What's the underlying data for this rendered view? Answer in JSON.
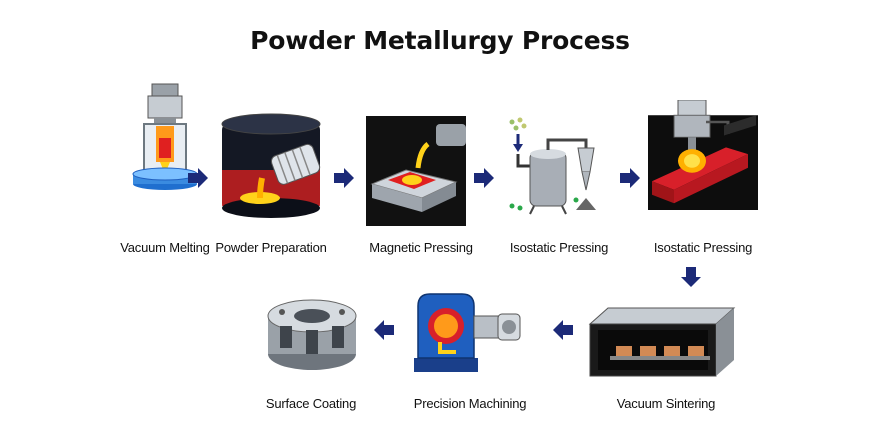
{
  "title": "Powder Metallurgy Process",
  "colors": {
    "arrow": "#1c2a78",
    "molten": "#ff7a00",
    "hot_red": "#e02020",
    "steel": "#b9bfc6",
    "dark_panel": "#111111",
    "blue_machine": "#1f5fbf"
  },
  "stages": [
    {
      "label": "Vacuum Melting",
      "icon": "vacuum-melting-icon"
    },
    {
      "label": "Powder Preparation",
      "icon": "powder-preparation-icon"
    },
    {
      "label": "Magnetic Pressing",
      "icon": "magnetic-pressing-icon"
    },
    {
      "label": "Isostatic Pressing",
      "icon": "cyclone-separator-icon"
    },
    {
      "label": "Isostatic Pressing",
      "icon": "press-heating-icon"
    },
    {
      "label": "Vacuum Sintering",
      "icon": "sintering-furnace-icon"
    },
    {
      "label": "Precision Machining",
      "icon": "machining-center-icon"
    },
    {
      "label": "Surface Coating",
      "icon": "coated-part-icon"
    }
  ]
}
